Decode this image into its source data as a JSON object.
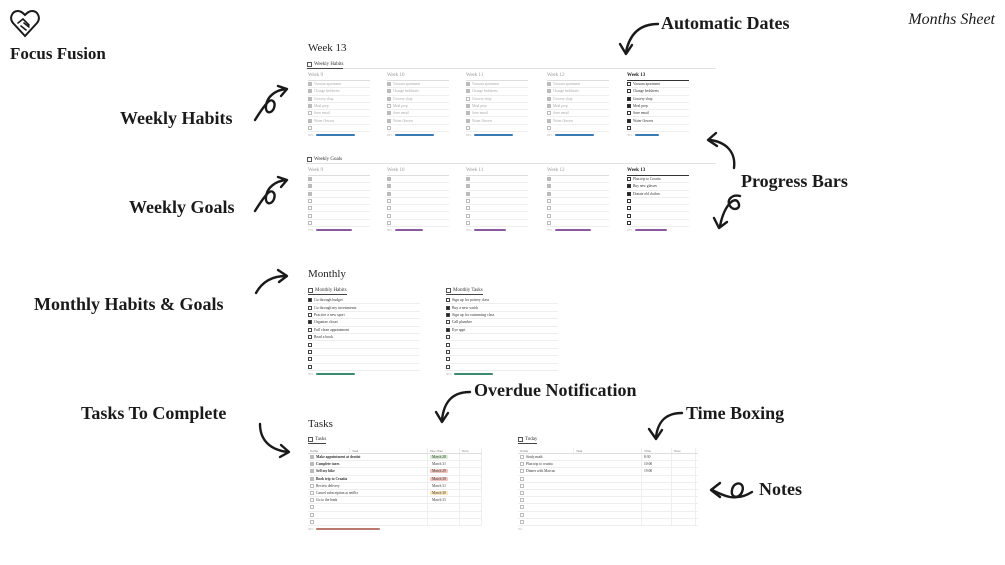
{
  "brand": {
    "name": "Focus Fusion",
    "icon": "handshake-heart-icon"
  },
  "sheet_title": "Months Sheet",
  "callouts": {
    "automatic_dates": "Automatic Dates",
    "weekly_habits": "Weekly Habits",
    "weekly_goals": "Weekly Goals",
    "progress_bars": "Progress Bars",
    "monthly_habits_goals": "Monthly Habits & Goals",
    "overdue_notification": "Overdue Notification",
    "tasks_to_complete": "Tasks To Complete",
    "time_boxing": "Time Boxing",
    "notes": "Notes"
  },
  "week": {
    "title": "Week 13",
    "habits_label": "Weekly Habits",
    "goals_label": "Weekly Goals",
    "columns": [
      {
        "label": "Week 9",
        "active": false
      },
      {
        "label": "Week 10",
        "active": false
      },
      {
        "label": "Week 11",
        "active": false
      },
      {
        "label": "Week 12",
        "active": false
      },
      {
        "label": "Week 13",
        "active": true
      }
    ],
    "habit_items": [
      "Vacuum apartment",
      "Change bedsheets",
      "Grocery shop",
      "Meal prep",
      "Save email",
      "Water flowers",
      ""
    ],
    "habit_checked": [
      [
        1,
        1,
        1,
        1,
        0,
        1,
        0
      ],
      [
        1,
        1,
        1,
        0,
        1,
        1,
        0
      ],
      [
        1,
        1,
        0,
        1,
        1,
        1,
        0
      ],
      [
        1,
        1,
        1,
        1,
        0,
        1,
        0
      ],
      [
        0,
        0,
        1,
        1,
        0,
        1,
        0
      ]
    ],
    "habit_progress": [
      0.83,
      0.83,
      0.83,
      0.83,
      0.5
    ],
    "goal_items_active": [
      "Plan trip to Croatia",
      "Buy new glasses",
      "Donate old clothes",
      "",
      "",
      "",
      ""
    ],
    "goal_checked_active": [
      0,
      1,
      1,
      0,
      0,
      0,
      0
    ],
    "goal_progress": [
      0.75,
      0.6,
      0.67,
      0.75,
      0.67
    ]
  },
  "monthly": {
    "title": "Monthly",
    "habits_label": "Monthly Habits",
    "tasks_label": "Monthly Tasks",
    "habits": [
      "Go through budget",
      "Go through my investments",
      "Practice a new sport",
      "Organize closet",
      "Full clean appointment",
      "Read a book",
      "",
      "",
      "",
      ""
    ],
    "habits_checked": [
      1,
      0,
      0,
      1,
      0,
      0,
      0,
      0,
      0,
      0
    ],
    "tasks": [
      "Sign up for pottery class",
      "Buy a new watch",
      "Sign up for swimming class",
      "Call plumber",
      "Eye appt",
      "",
      "",
      "",
      "",
      ""
    ],
    "tasks_checked": [
      0,
      1,
      1,
      0,
      1,
      0,
      0,
      0,
      0,
      0
    ],
    "habits_progress": 0.3,
    "tasks_progress": 0.3
  },
  "tasks": {
    "title": "Tasks",
    "table_label": "Tasks",
    "headers": [
      "Name",
      "Task",
      "Due Date",
      "Note"
    ],
    "rows": [
      {
        "name": "Make appointment at dentist",
        "due": "March 28",
        "status": "green",
        "done": 1
      },
      {
        "name": "Complete taxes",
        "due": "March 31",
        "status": "none",
        "done": 1
      },
      {
        "name": "Sell my bike",
        "due": "March 29",
        "status": "red",
        "done": 1
      },
      {
        "name": "Book trip to Croatia",
        "due": "March 30",
        "status": "red",
        "done": 1
      },
      {
        "name": "Review delivery",
        "due": "March 31",
        "status": "none",
        "done": 0
      },
      {
        "name": "Cancel subscription at netflix",
        "due": "March 30",
        "status": "yellow",
        "done": 0
      },
      {
        "name": "Go to the bank",
        "due": "March 31",
        "status": "none",
        "done": 0
      },
      {
        "name": "",
        "due": "",
        "status": "none",
        "done": 0
      },
      {
        "name": "",
        "due": "",
        "status": "none",
        "done": 0
      },
      {
        "name": "",
        "due": "",
        "status": "none",
        "done": 0
      }
    ],
    "colors": {
      "green": "#d6ecd2",
      "red": "#f0c4bf",
      "yellow": "#fbe7bd"
    }
  },
  "today": {
    "label": "Today",
    "headers": [
      "Name",
      "Task",
      "Time",
      "Note"
    ],
    "rows": [
      {
        "name": "Study math",
        "time": "8:30"
      },
      {
        "name": "Plan trip to croatia",
        "time": "10:00"
      },
      {
        "name": "Dinner with Marcus",
        "time": "19:00"
      },
      {
        "name": "",
        "time": ""
      },
      {
        "name": "",
        "time": ""
      },
      {
        "name": "",
        "time": ""
      },
      {
        "name": "",
        "time": ""
      },
      {
        "name": "",
        "time": ""
      },
      {
        "name": "",
        "time": ""
      },
      {
        "name": "",
        "time": ""
      }
    ]
  },
  "colors": {
    "habit_bar": "#3a7ab5",
    "goal_bar": "#8a5a9e",
    "month_bar": "#3d8b6e",
    "tasks_bar": "#b87a6e"
  }
}
